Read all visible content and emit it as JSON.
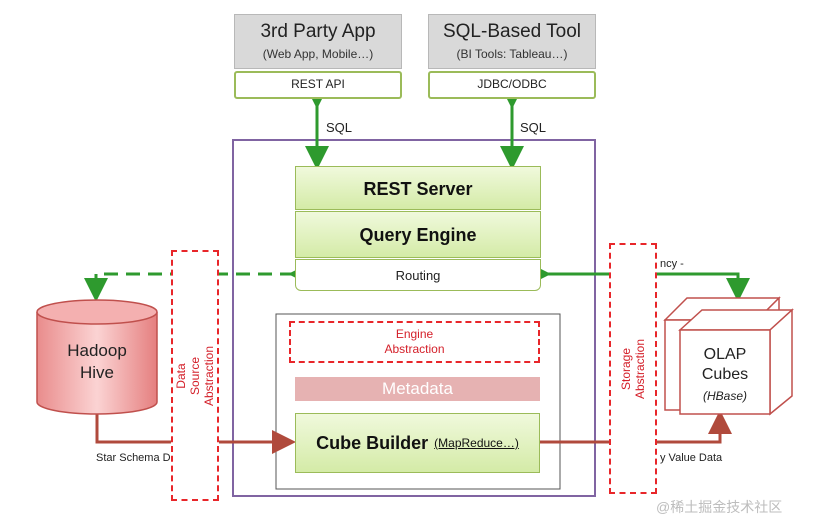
{
  "clients": [
    {
      "title": "3rd Party App",
      "subtitle": "(Web App, Mobile…)",
      "interface": "REST API",
      "protocol": "SQL"
    },
    {
      "title": "SQL-Based Tool",
      "subtitle": "(BI Tools: Tableau…)",
      "interface": "JDBC/ODBC",
      "protocol": "SQL"
    }
  ],
  "server": {
    "rest_server": "REST Server",
    "query_engine": "Query Engine",
    "routing": "Routing",
    "engine_abstraction": "Engine\nAbstraction",
    "metadata": "Metadata",
    "cube_builder": "Cube Builder",
    "cube_builder_sub": "(MapReduce…)"
  },
  "left": {
    "hadoop": "Hadoop\nHive",
    "data_source_abstraction": "Data Source\nAbstraction",
    "star_schema_label": "Star Schema D"
  },
  "right": {
    "olap": "OLAP\nCubes",
    "hbase": "(HBase)",
    "storage_abstraction": "Storage\nAbstraction",
    "latency_label": "ncy -",
    "key_value_label": "y Value Data"
  },
  "watermark": "@稀土掘金技术社区",
  "colors": {
    "green_arrow": "#2e9a2e",
    "red_dash": "#e8262a",
    "brown_arrow": "#b04a3c",
    "purple_border": "#8064a2"
  }
}
